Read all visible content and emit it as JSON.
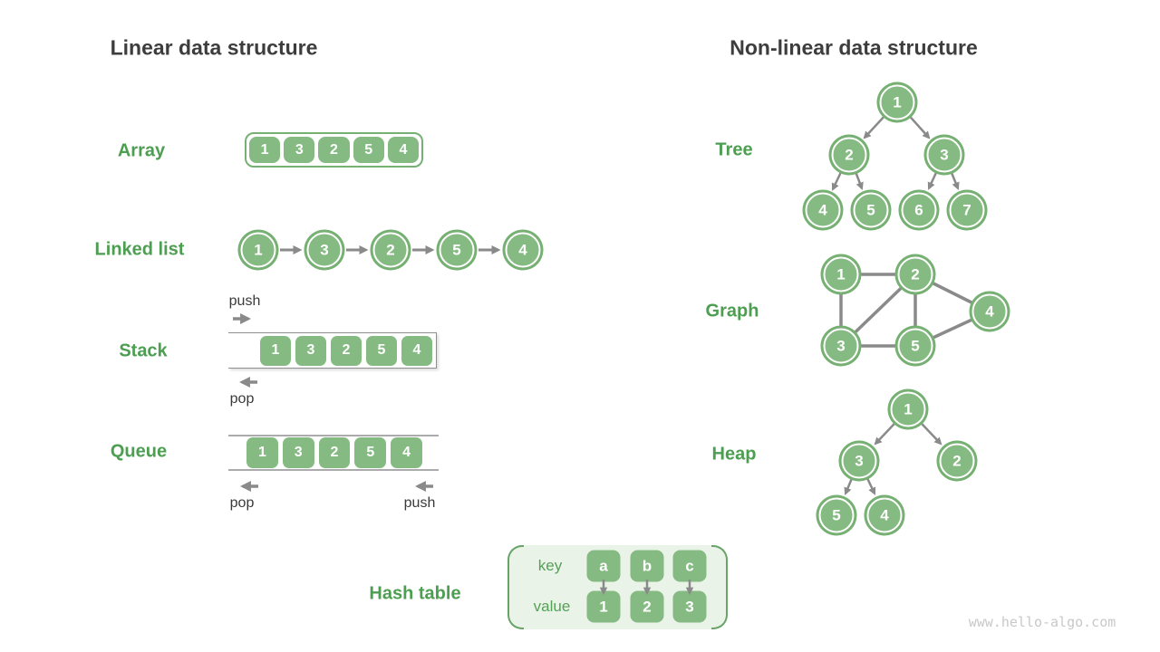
{
  "page": {
    "watermark": "www.hello-algo.com"
  },
  "colors": {
    "node_green": "#85bb82",
    "label_green": "#4c9e50",
    "arrow_gray": "#8a8a8a",
    "title_dark": "#3d3d3d",
    "hash_bg_green": "#eaf3e8"
  },
  "linear": {
    "title": "Linear data structure",
    "array": {
      "label": "Array",
      "values": [
        "1",
        "3",
        "2",
        "5",
        "4"
      ]
    },
    "linked_list": {
      "label": "Linked list",
      "values": [
        "1",
        "3",
        "2",
        "5",
        "4"
      ]
    },
    "stack": {
      "label": "Stack",
      "values": [
        "1",
        "3",
        "2",
        "5",
        "4"
      ],
      "push_label": "push",
      "pop_label": "pop"
    },
    "queue": {
      "label": "Queue",
      "values": [
        "1",
        "3",
        "2",
        "5",
        "4"
      ],
      "push_label": "push",
      "pop_label": "pop"
    },
    "hash_table": {
      "label": "Hash table",
      "key_label": "key",
      "value_label": "value",
      "keys": [
        "a",
        "b",
        "c"
      ],
      "values": [
        "1",
        "2",
        "3"
      ]
    }
  },
  "nonlinear": {
    "title": "Non-linear data structure",
    "tree": {
      "label": "Tree",
      "nodes": [
        "1",
        "2",
        "3",
        "4",
        "5",
        "6",
        "7"
      ]
    },
    "graph": {
      "label": "Graph",
      "nodes": [
        "1",
        "2",
        "3",
        "5",
        "4"
      ]
    },
    "heap": {
      "label": "Heap",
      "nodes": [
        "1",
        "3",
        "2",
        "5",
        "4"
      ]
    }
  }
}
